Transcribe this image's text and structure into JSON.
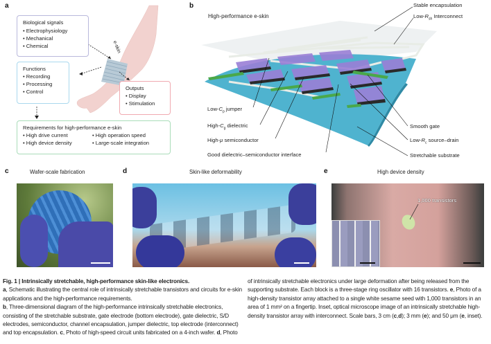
{
  "panel_a": {
    "label": "a",
    "bio_box": {
      "title": "Biological signals",
      "items": [
        "Electrophysiology",
        "Mechanical",
        "Chemical"
      ]
    },
    "functions_box": {
      "title": "Functions",
      "items": [
        "Recording",
        "Processing",
        "Control"
      ]
    },
    "outputs_box": {
      "title": "Outputs",
      "items": [
        "Display",
        "Stimulation"
      ]
    },
    "requirements_box": {
      "title": "Requirements for high-performance e-skin",
      "items": [
        "High drive current",
        "High operation speed",
        "High device density",
        "Large-scale integration"
      ]
    },
    "arm_label": "e-skin",
    "colors": {
      "bio": "#b9b8dc",
      "functions": "#a9d8ee",
      "outputs": "#f0a9b0",
      "requirements": "#a9dcb9"
    }
  },
  "panel_b": {
    "label": "b",
    "title": "High-performance e-skin",
    "labels_right": {
      "encapsulation": "Stable encapsulation",
      "interconnect_prefix": "Low-",
      "interconnect_sym": "R",
      "interconnect_sub": "sh",
      "interconnect_suffix": " Interconnect",
      "smooth_gate": "Smooth gate",
      "source_drain_prefix": "Low-",
      "source_drain_sym": "R",
      "source_drain_sub": "c",
      "source_drain_suffix": " source–drain",
      "substrate": "Stretchable substrate"
    },
    "labels_left": {
      "jumper_prefix": "Low-",
      "jumper_sym": "C",
      "jumper_sub": "p",
      "jumper_suffix": " jumper",
      "dielectric_prefix": "High-",
      "dielectric_sym": "C",
      "dielectric_sub": "g",
      "dielectric_suffix": " dielectric",
      "semiconductor_prefix": "High-",
      "semiconductor_sym": "μ",
      "semiconductor_suffix": " semiconductor",
      "interface": "Good dielectric–semiconductor interface"
    },
    "colors": {
      "substrate": "#4fb3cf",
      "semiconductor": "#9a7fd6",
      "gate": "#4aa84a",
      "electrode": "#2a2a2a"
    }
  },
  "panel_c": {
    "label": "c",
    "title": "Wafer-scale fabrication"
  },
  "panel_d": {
    "label": "d",
    "title": "Skin-like deformability"
  },
  "panel_e": {
    "label": "e",
    "title": "High device density",
    "annotation": "1,000 transistors"
  },
  "caption": {
    "fig": "Fig. 1 | Intrinsically stretchable, high-performance skin-like electronics.",
    "a_label": "a",
    "a_text": ", Schematic illustrating the central role of intrinsically stretchable transistors and circuits for e-skin applications and the high-performance requirements.",
    "b_label": "b",
    "b_text": ", Three-dimensional diagram of the high-performance intrinsically stretchable electronics, consisting of the stretchable substrate, gate electrode (bottom electrode), gate dielectric, S/D electrodes, semiconductor, channel encapsulation, jumper dielectric, top electrode (interconnect) and top encapsulation.",
    "c_label": "c",
    "c_text": ", Photo of high-speed circuit units fabricated on a 4-inch wafer.",
    "d_label": "d",
    "d_text": ", Photo of intrinsically stretchable electronics under large deformation after being released from the supporting substrate. Each block is a three-stage ring oscillator with 16 transistors.",
    "e_label": "e",
    "e_text": ", Photo of a high-density transistor array attached to a single white sesame seed with 1,000 transistors in an area of 1 mm² on a fingertip. Inset, optical microscope image of an intrinsically stretchable high-density transistor array with interconnect. Scale bars, 3 cm (",
    "sb_c": "c",
    "sb_comma": ",",
    "sb_d": "d",
    "sb_mid": "); 3 mm (",
    "sb_e": "e",
    "sb_mid2": "); and 50 μm (",
    "sb_e2": "e",
    "sb_end": ", inset)."
  }
}
